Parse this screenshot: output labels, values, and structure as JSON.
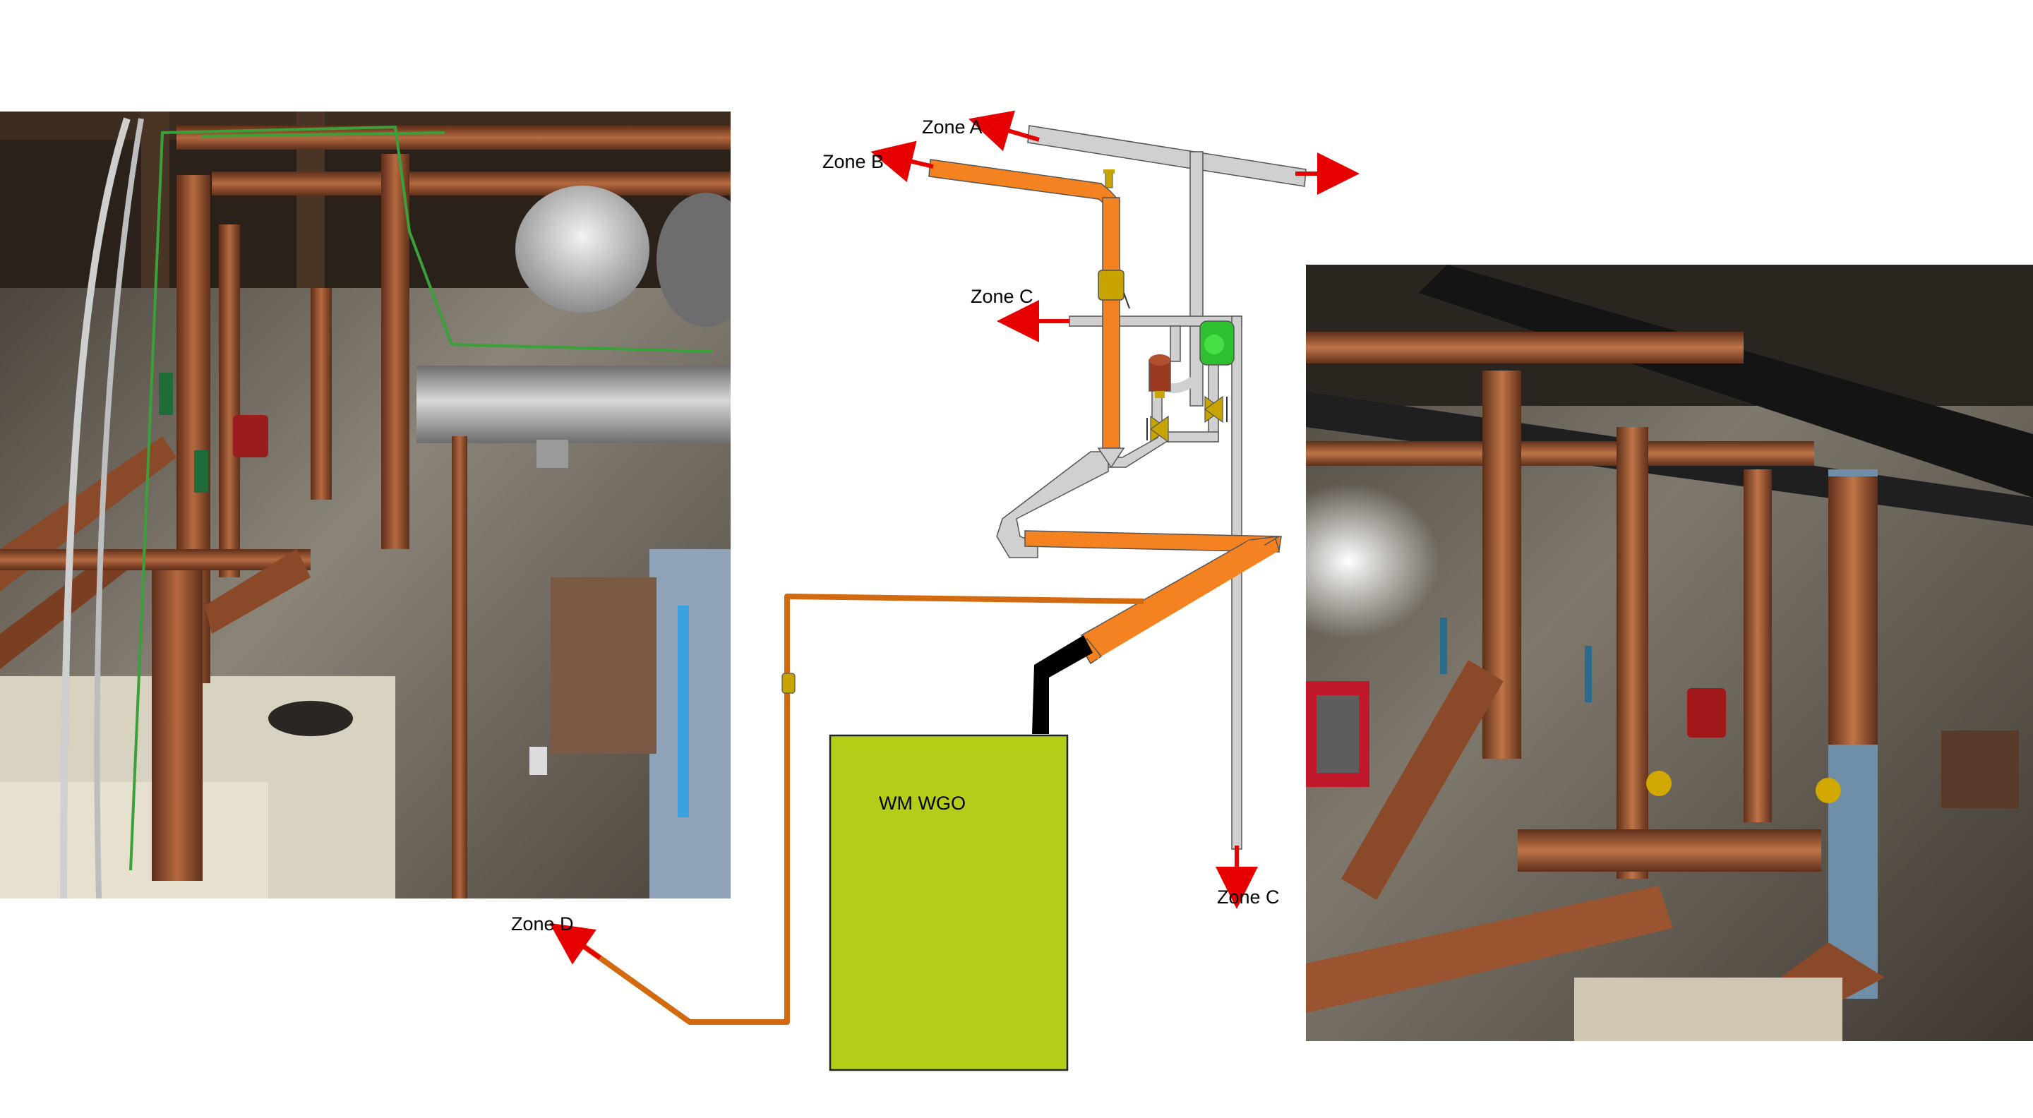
{
  "zones": {
    "zone_a": "Zone A",
    "zone_b": "Zone B",
    "zone_c_top": "Zone C",
    "zone_c_bottom": "Zone C",
    "zone_d": "Zone D"
  },
  "boiler": {
    "label": "WM WGO"
  },
  "colors": {
    "supply_pipe": "#f58220",
    "return_pipe": "#d0d0d0",
    "zone_d_pipe": "#d46a10",
    "boiler": "#b5cc18",
    "flue": "#000000",
    "arrow": "#e60000",
    "valve_green": "#2ec02e",
    "valve_brass": "#c8a400",
    "prv_red": "#9a3a20",
    "copper": "#8a4a2a",
    "basement_wall": "#6b655d"
  },
  "icons": {
    "flow_arrow": "arrow-icon",
    "ball_valve": "ball-valve-icon",
    "circulator": "circulator-pump-icon",
    "pressure_valve": "pressure-reducing-valve-icon",
    "air_vent": "air-vent-icon"
  }
}
